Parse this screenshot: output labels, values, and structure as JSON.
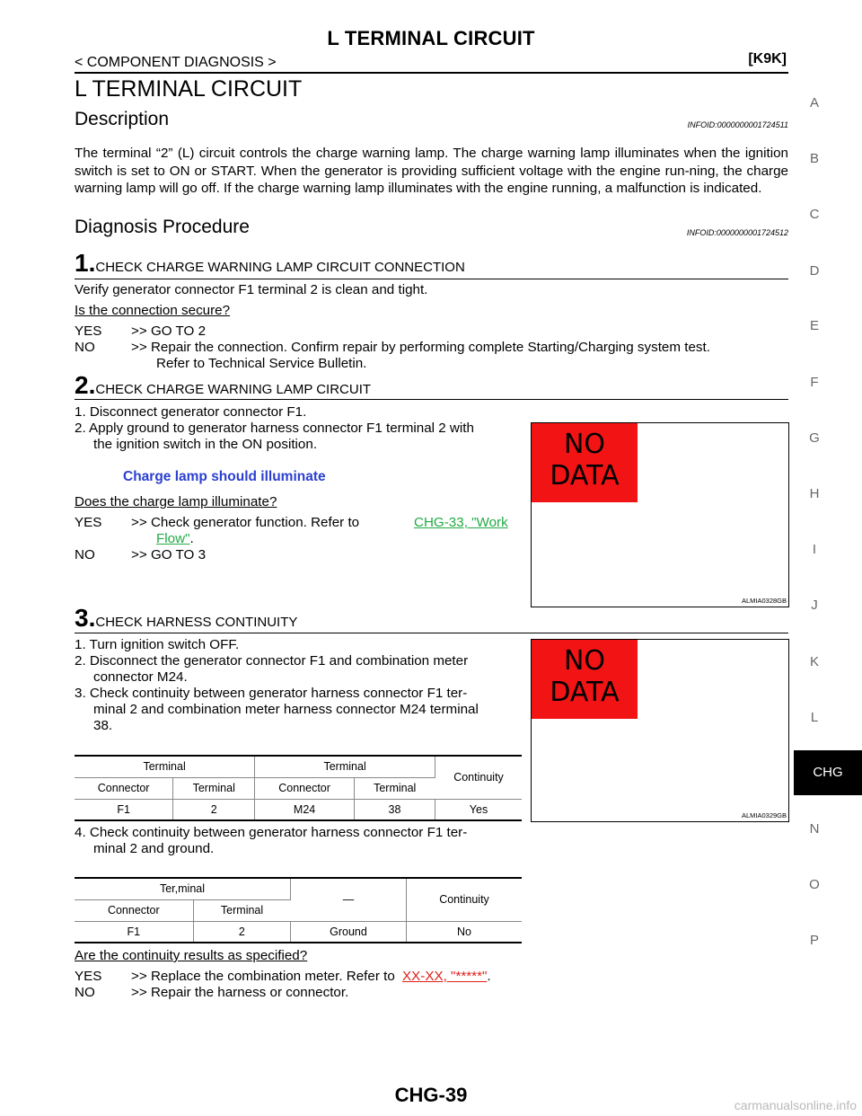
{
  "header": {
    "title": "L TERMINAL CIRCUIT",
    "section": "< COMPONENT DIAGNOSIS >",
    "engine": "[K9K]"
  },
  "main_title": "L TERMINAL CIRCUIT",
  "description": {
    "heading": "Description",
    "infoid": "INFOID:0000000001724511",
    "text": "The terminal “2” (L) circuit controls the charge warning lamp. The charge warning lamp illuminates when the ignition switch is set to ON or START. When the generator is providing sufficient voltage with the engine run-ning, the charge warning lamp will go off. If the charge warning lamp illuminates with the engine running, a malfunction is indicated."
  },
  "diagnosis": {
    "heading": "Diagnosis Procedure",
    "infoid": "INFOID:0000000001724512"
  },
  "step1": {
    "num": "1.",
    "title": "CHECK CHARGE WARNING LAMP CIRCUIT CONNECTION",
    "text": "Verify generator connector F1 terminal 2 is clean and tight.",
    "question": "Is the connection secure?",
    "yes_key": "YES",
    "yes_text": ">> GO TO 2",
    "no_key": "NO",
    "no_text": ">> Repair the connection. Confirm repair by performing complete Starting/Charging system test.",
    "no_text2": "Refer to Technical Service Bulletin."
  },
  "step2": {
    "num": "2.",
    "title": "CHECK CHARGE WARNING LAMP CIRCUIT",
    "item1": "1.  Disconnect generator connector F1.",
    "item2a": "2.  Apply ground to generator harness connector F1 terminal 2 with",
    "item2b": "the ignition switch in the ON position.",
    "note": "Charge lamp should illuminate",
    "question": "Does the charge lamp illuminate?",
    "yes_key": "YES",
    "yes_text": ">> Check generator function. Refer to",
    "yes_link_a": "CHG-33, \"Work",
    "yes_link_b": "Flow\"",
    "yes_end": ".",
    "no_key": "NO",
    "no_text": ">> GO TO 3",
    "figure_label": "NO DATA",
    "figure_code": "ALMIA0328GB"
  },
  "step3": {
    "num": "3.",
    "title": "CHECK HARNESS CONTINUITY",
    "item1": "1.  Turn ignition switch OFF.",
    "item2a": "2.  Disconnect the generator connector F1 and combination meter",
    "item2b": "connector M24.",
    "item3a": "3.  Check continuity between generator harness connector F1 ter-",
    "item3b": "minal 2 and combination meter harness connector M24 terminal",
    "item3c": "38.",
    "item4a": "4.  Check continuity between generator harness connector F1 ter-",
    "item4b": "minal 2 and ground.",
    "figure_label": "NO DATA",
    "figure_code": "ALMIA0329GB",
    "table1": {
      "group_a": "Terminal",
      "group_b": "Terminal",
      "continuity": "Continuity",
      "headers": [
        "Connector",
        "Terminal",
        "Connector",
        "Terminal"
      ],
      "row": [
        "F1",
        "2",
        "M24",
        "38",
        "Yes"
      ]
    },
    "table2": {
      "group_a": "Ter,minal",
      "dash": "—",
      "continuity": "Continuity",
      "headers": [
        "Connector",
        "Terminal"
      ],
      "row": [
        "F1",
        "2",
        "Ground",
        "No"
      ]
    },
    "question": "Are the continuity results as specified?",
    "yes_key": "YES",
    "yes_text": ">> Replace the combination meter. Refer to",
    "yes_link": "XX-XX, \"*****\"",
    "yes_end": ".",
    "no_key": "NO",
    "no_text": ">> Repair the harness or connector."
  },
  "side_index": [
    "A",
    "B",
    "C",
    "D",
    "E",
    "F",
    "G",
    "H",
    "I",
    "J",
    "K",
    "L",
    "N",
    "O",
    "P"
  ],
  "side_tab": "CHG",
  "footer": "CHG-39",
  "watermark": "carmanualsonline.info"
}
